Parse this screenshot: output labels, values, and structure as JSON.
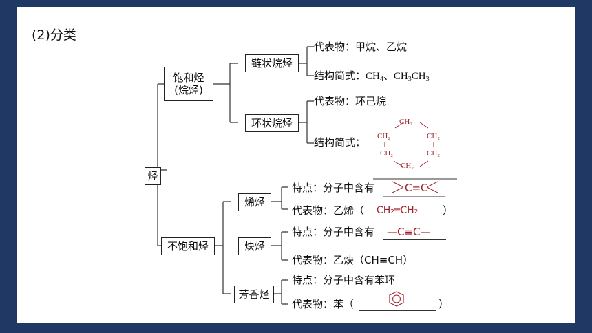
{
  "slide_title": "(2)分类",
  "root": "烃",
  "saturated": {
    "label_line1": "饱和烃",
    "label_line2": "(烷烃)",
    "chain": {
      "label": "链状烷烃",
      "rep_prefix": "代表物：",
      "rep_value": "甲烷、乙烷",
      "formula_prefix": "结构简式：",
      "formula": {
        "a": "CH",
        "a_sub": "4",
        "sep": "、",
        "b1": "CH",
        "b1_sub": "3",
        "b2": "CH",
        "b2_sub": "3"
      }
    },
    "ring": {
      "label": "环状烷烃",
      "rep_prefix": "代表物：",
      "rep_value": "环己烷",
      "formula_prefix": "结构简式：",
      "ring_groups": [
        "CH₂",
        "CH₂",
        "CH₂",
        "CH₂",
        "CH₂",
        "CH₂"
      ]
    }
  },
  "unsaturated": {
    "label": "不饱和烃",
    "alkene": {
      "label": "烯烃",
      "feature_prefix": "特点：分子中含有",
      "feature_answer": "C=C",
      "rep_prefix": "代表物：乙烯（",
      "rep_answer": "CH₂═CH₂",
      "rep_suffix": "）"
    },
    "alkyne": {
      "label": "炔烃",
      "feature_prefix": "特点：分子中含有",
      "feature_answer": "—C≡C—",
      "rep_text": "代表物：乙炔（CH≡CH）"
    },
    "aromatic": {
      "label": "芳香烃",
      "feature_text": "特点：分子中含有苯环",
      "rep_prefix": "代表物：苯（",
      "rep_suffix": "）"
    }
  },
  "colors": {
    "frame": "#1f3864",
    "answer": "#a0212a",
    "ink": "#111111"
  }
}
